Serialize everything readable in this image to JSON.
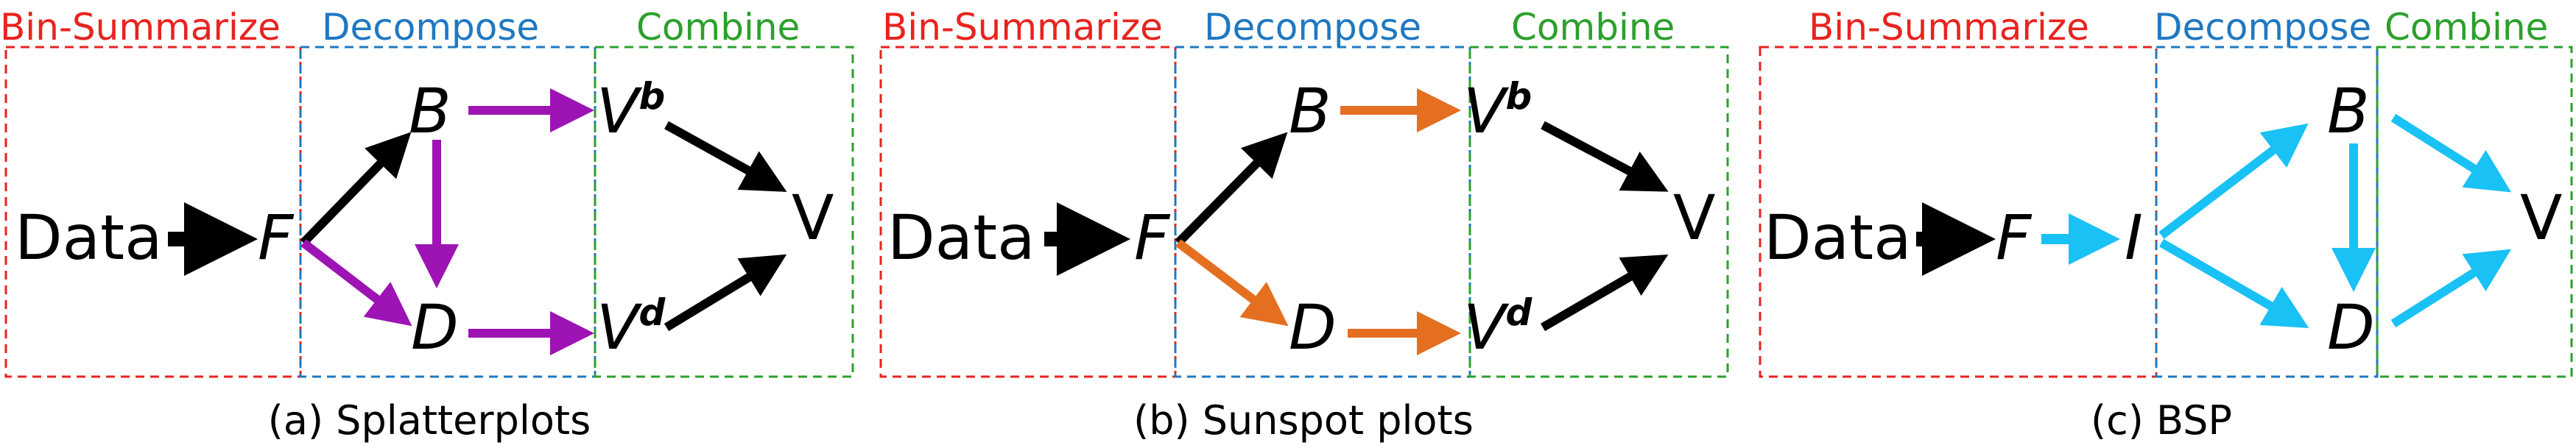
{
  "colors": {
    "bin": "#e8231f",
    "decompose": "#1f78c1",
    "combine": "#2ca02c",
    "black": "#000000",
    "purple": "#9d13b4",
    "orange": "#e56f20",
    "cyan": "#19c1f5"
  },
  "panels": [
    {
      "id": "a",
      "headers": {
        "bin": "Bin-Summarize",
        "decompose": "Decompose",
        "combine": "Combine"
      },
      "nodes": {
        "data": "Data",
        "f": "F",
        "b": "B",
        "d": "D",
        "vb": "V",
        "vb_sup": "b",
        "vd": "V",
        "vd_sup": "d",
        "v": "V"
      },
      "arrow_color": "purple",
      "caption": "(a) Splatterplots"
    },
    {
      "id": "b",
      "headers": {
        "bin": "Bin-Summarize",
        "decompose": "Decompose",
        "combine": "Combine"
      },
      "nodes": {
        "data": "Data",
        "f": "F",
        "b": "B",
        "d": "D",
        "vb": "V",
        "vb_sup": "b",
        "vd": "V",
        "vd_sup": "d",
        "v": "V"
      },
      "arrow_color": "orange",
      "caption": "(b) Sunspot plots"
    },
    {
      "id": "c",
      "headers": {
        "bin": "Bin-Summarize",
        "decompose": "Decompose",
        "combine": "Combine"
      },
      "nodes": {
        "data": "Data",
        "f": "F",
        "i": "I",
        "b": "B",
        "d": "D",
        "v": "V"
      },
      "arrow_color": "cyan",
      "caption": "(c) BSP"
    }
  ]
}
